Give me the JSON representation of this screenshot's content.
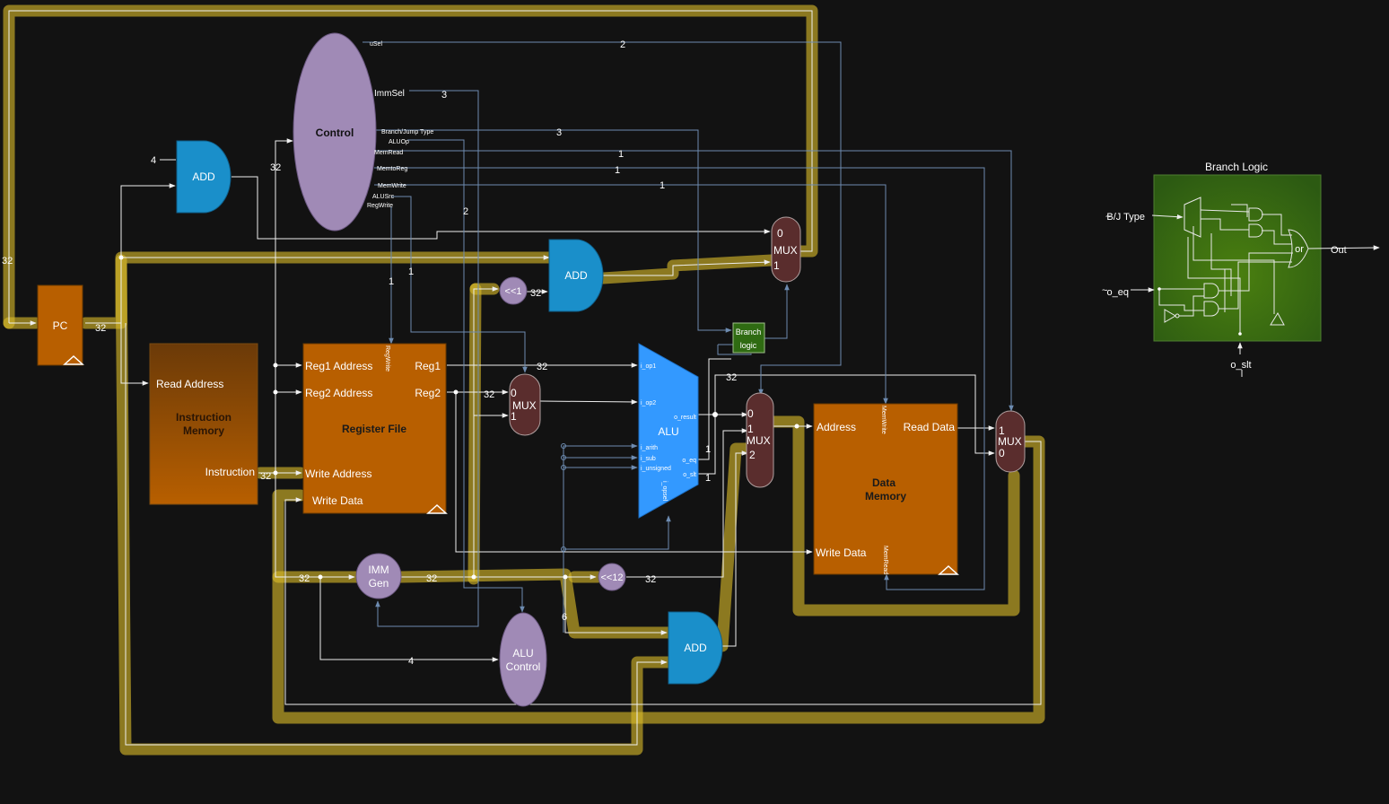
{
  "diagram": {
    "pc": {
      "label": "PC"
    },
    "instruction_memory": {
      "title_line1": "Instruction",
      "title_line2": "Memory",
      "read_address": "Read Address",
      "instruction": "Instruction"
    },
    "register_file": {
      "title": "Register File",
      "reg1_address": "Reg1 Address",
      "reg2_address": "Reg2 Address",
      "write_address": "Write Address",
      "write_data": "Write Data",
      "reg1": "Reg1",
      "reg2": "Reg2",
      "regwrite": "RegWrite"
    },
    "control": {
      "title": "Control",
      "usel": "uSel",
      "immsel": "ImmSel",
      "branch_jump_type": "Branch/Jump Type",
      "aluop": "ALUOp",
      "memread": "MemRead",
      "memtoreg": "MemtoReg",
      "memwrite": "MemWrite",
      "alusrc": "ALUSrc",
      "regwrite": "RegWrite"
    },
    "adders": {
      "pc_add": "ADD",
      "branch_add": "ADD",
      "upper_add": "ADD"
    },
    "mux": {
      "label": "MUX",
      "pc_mux_in0": "0",
      "pc_mux_in1": "1",
      "alu_mux_in0": "0",
      "alu_mux_in1": "1",
      "addr_mux_in0": "0",
      "addr_mux_in1": "1",
      "addr_mux_in2": "2",
      "wb_mux_in1": "1",
      "wb_mux_in0": "0"
    },
    "alu": {
      "title": "ALU",
      "i_op1": "i_op1",
      "i_op2": "i_op2",
      "i_arith": "i_arith",
      "i_sub": "i_sub",
      "i_unsigned": "i_unsigned",
      "i_opsel": "i_opsel",
      "o_result": "o_result",
      "o_eq": "o_eq",
      "o_slt": "o_slt"
    },
    "branch_unit": {
      "line1": "Branch",
      "line2": "logic"
    },
    "imm_gen": {
      "line1": "IMM",
      "line2": "Gen"
    },
    "alu_control": {
      "line1": "ALU",
      "line2": "Control"
    },
    "shift1": "<<1",
    "shift12": "<<12",
    "data_memory": {
      "title_line1": "Data",
      "title_line2": "Memory",
      "address": "Address",
      "read_data": "Read Data",
      "write_data": "Write Data",
      "memwrite": "MemWrite",
      "memread": "MemRead"
    },
    "widths": {
      "const4": "4",
      "pc_out": "32",
      "feedback": "32",
      "instr_out": "32",
      "instr_bus": "32",
      "imm_in": "32",
      "imm_out": "32",
      "shift1_out": "32",
      "reg1_out": "32",
      "reg2_out": "32",
      "shift12_out": "32",
      "alu_fwd": "32",
      "funct": "4",
      "opsel": "6",
      "usel": "2",
      "immsel": "3",
      "bj_type": "3",
      "aluop": "2",
      "memread": "1",
      "memtoreg": "1",
      "memwrite": "1",
      "alusrc": "1",
      "regwrite": "1",
      "eq": "1",
      "slt": "1"
    }
  },
  "branch_logic": {
    "title": "Branch Logic",
    "input_bj": "B/J Type",
    "input_eq": "o_eq",
    "input_slt": "o_slt",
    "output": "Out",
    "or_gate": "or"
  },
  "colors": {
    "background": "#121212",
    "orange_block": "#b85f00",
    "blue_block": "#1a8fca",
    "alu": "#3399ff",
    "lilac": "#a08ab6",
    "mux": "#5a2d2d",
    "branch_green": "#3a6b1a",
    "highlight": "#d9b92a",
    "wire_blue": "#6d8bb0"
  }
}
